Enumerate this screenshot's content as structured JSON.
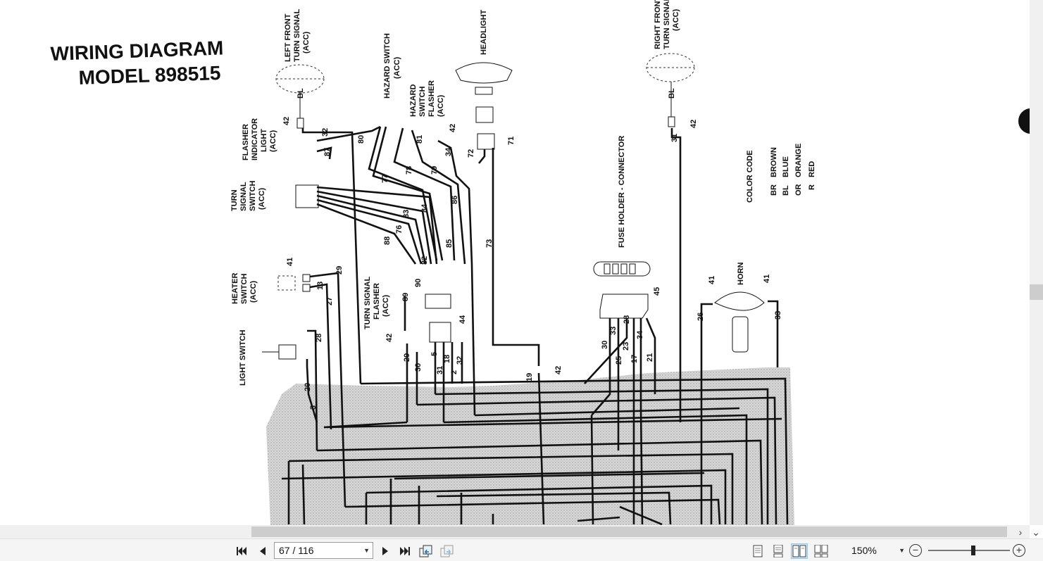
{
  "document": {
    "title_line1": "WIRING DIAGRAM",
    "title_line2": "MODEL 898515",
    "labels": {
      "left_front_turn_signal": [
        "LEFT FRONT",
        "TURN SIGNAL",
        "(ACC)"
      ],
      "hazard_switch": [
        "HAZARD SWITCH",
        "(ACC)"
      ],
      "hazard_switch_flasher": [
        "HAZARD",
        "SWITCH",
        "FLASHER",
        "(ACC)"
      ],
      "headlight": "HEADLIGHT",
      "right_front_turn_signal": [
        "RIGHT FRONT",
        "TURN SIGNAL",
        "(ACC)"
      ],
      "flasher_indicator_light": [
        "FLASHER",
        "INDICATOR",
        "LIGHT",
        "(ACC)"
      ],
      "turn_signal_switch": [
        "TURN",
        "SIGNAL",
        "SWITCH",
        "(ACC)"
      ],
      "heater_switch": [
        "HEATER",
        "SWITCH",
        "(ACC)"
      ],
      "light_switch": "LIGHT SWITCH",
      "turn_signal_flasher": [
        "TURN SIGNAL",
        "FLASHER",
        "(ACC)"
      ],
      "fuse_holder_connector": "FUSE HOLDER - CONNECTOR",
      "horn": "HORN"
    },
    "color_code": {
      "title": "COLOR CODE",
      "entries": [
        {
          "abbr": "BR",
          "name": "BROWN"
        },
        {
          "abbr": "BL",
          "name": "BLUE"
        },
        {
          "abbr": "OR",
          "name": "ORANGE"
        },
        {
          "abbr": "R",
          "name": "RED"
        }
      ]
    },
    "wire_numbers": {
      "w42a": "42",
      "w32": "32",
      "w87": "87",
      "w80": "80",
      "w81": "81",
      "w34": "34",
      "w42b": "42",
      "w72": "72",
      "w71": "71",
      "w31": "31",
      "w42c": "42",
      "w77": "77",
      "w78": "78",
      "w79": "79",
      "w86": "86",
      "w84": "84",
      "w83": "83",
      "w76": "76",
      "w85": "85",
      "w88": "88",
      "w82": "82",
      "w90": "90",
      "w89": "89",
      "w73": "73",
      "w41a": "41",
      "w29a": "29",
      "w13": "13",
      "w27": "27",
      "w28a": "28",
      "w44": "44",
      "w42d": "42",
      "w29b": "29",
      "w30a": "30",
      "w31b": "31",
      "w18": "18",
      "w2": "2",
      "w32b": "32",
      "w5": "5",
      "w19": "19",
      "w42e": "42",
      "w45": "45",
      "w33a": "33",
      "w28b": "28",
      "w34b": "34",
      "w30b": "30",
      "w25": "25",
      "w23": "23",
      "w17": "17",
      "w21": "21",
      "w41b": "41",
      "w41c": "41",
      "w26": "26",
      "w33b": "33",
      "w20": "20",
      "w3": "3",
      "bl1": "BL",
      "bl2": "BL"
    }
  },
  "toolbar": {
    "page_indicator": "67 / 116",
    "zoom": "150%",
    "zoom_out_symbol": "−",
    "zoom_in_symbol": "+"
  },
  "icons": {
    "first_page": "first-page-icon",
    "prev_page": "prev-page-icon",
    "next_page": "next-page-icon",
    "last_page": "last-page-icon",
    "go_back": "go-back-view-icon",
    "go_forward": "go-forward-view-icon",
    "single_page": "single-page-view-icon",
    "continuous": "continuous-view-icon",
    "facing": "facing-pages-view-icon",
    "facing_continuous": "facing-continuous-view-icon"
  }
}
